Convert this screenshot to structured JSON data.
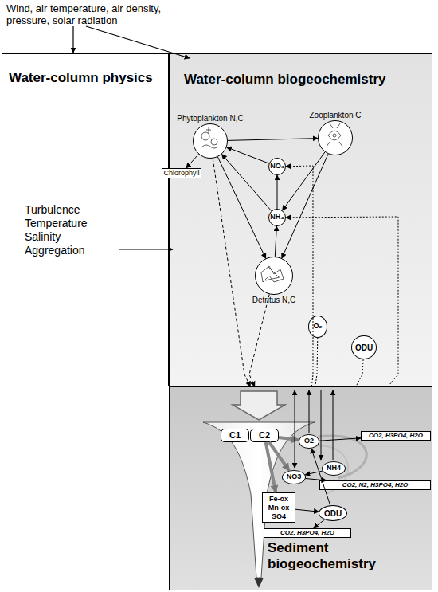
{
  "diagram": {
    "nodes": [
      {
        "text": [
          "Water-column physics",
          "Turbulence",
          "Temperature",
          "Salinity",
          "Aggregation"
        ]
      },
      {
        "text": [
          "Water-column biogeochemistry"
        ]
      },
      {
        "text": [
          "Phytoplankton N,C"
        ],
        "in": 1
      },
      {
        "text": [
          "Zooplankton C"
        ],
        "in": 1
      },
      {
        "text": [
          "Chlorophyll"
        ],
        "in": 1
      },
      {
        "text": [
          "NO₃"
        ],
        "in": 1
      },
      {
        "text": [
          "NH₄"
        ],
        "in": 1
      },
      {
        "text": [
          "Detritus N,C"
        ],
        "in": 1
      },
      {
        "text": [
          "O₂"
        ],
        "in": 1
      },
      {
        "text": [
          "ODU"
        ],
        "in": 1
      },
      {
        "text": [
          "Sediment biogeochemistry"
        ]
      },
      {
        "text": [
          "C1"
        ],
        "in": 10
      },
      {
        "text": [
          "C2"
        ],
        "in": 10
      },
      {
        "text": [
          "O2"
        ],
        "in": 10
      },
      {
        "text": [
          "NH4"
        ],
        "in": 10
      },
      {
        "text": [
          "NO3"
        ],
        "in": 10
      },
      {
        "text": [
          "Fe-ox Mn-ox SO4"
        ],
        "in": 10
      },
      {
        "text": [
          "ODU"
        ],
        "in": 10
      },
      {
        "text": [
          "CO2, H3PO4, H2O"
        ],
        "in": 10
      },
      {
        "text": [
          "CO2, N2, H3PO4, H2O"
        ],
        "in": 10
      },
      {
        "text": [
          "CO2, H3PO4, H2O"
        ],
        "in": 10
      }
    ],
    "edges": [
      {
        "from": 2,
        "to": 3,
        "arrow": "to"
      },
      {
        "from": 2,
        "to": 4,
        "arrow": "to"
      },
      {
        "from": 5,
        "to": 2,
        "arrow": "to"
      },
      {
        "from": 6,
        "to": 2,
        "arrow": "to"
      },
      {
        "from": 2,
        "to": 7,
        "arrow": "to"
      },
      {
        "from": 3,
        "to": 6,
        "arrow": "to"
      },
      {
        "from": 3,
        "to": 7,
        "arrow": "to"
      },
      {
        "from": 6,
        "to": 5,
        "arrow": "to"
      },
      {
        "from": 7,
        "to": 6,
        "arrow": "to"
      },
      {
        "from": 2,
        "to": 10,
        "arrow": "to"
      },
      {
        "from": 7,
        "to": 10,
        "arrow": "to"
      },
      {
        "from": 10,
        "to": 5,
        "arrow": "to"
      },
      {
        "from": 10,
        "to": 6,
        "arrow": "to"
      },
      {
        "from": 8,
        "to": 10,
        "arrow": "none"
      },
      {
        "from": 9,
        "to": 10,
        "arrow": "none"
      },
      {
        "from": 12,
        "to": 13,
        "arrow": "to"
      },
      {
        "from": 12,
        "to": 15,
        "arrow": "to"
      },
      {
        "from": 12,
        "to": 16,
        "arrow": "to"
      },
      {
        "from": 13,
        "to": 18,
        "arrow": "to"
      },
      {
        "from": 15,
        "to": 19,
        "arrow": "to"
      },
      {
        "from": 16,
        "to": 17,
        "arrow": "to"
      },
      {
        "from": 17,
        "to": 13,
        "arrow": "to"
      },
      {
        "from": 14,
        "to": 15,
        "arrow": "to"
      },
      {
        "from": 17,
        "to": 20,
        "arrow": "to"
      }
    ],
    "labels": [
      "Wind, air temperature, air density, pressure, solar radiation"
    ]
  }
}
